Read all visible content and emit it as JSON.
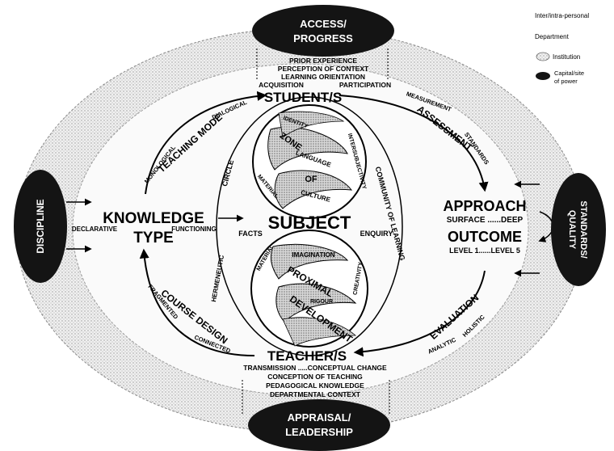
{
  "legend": {
    "interpersonal": "Inter/intra-personal",
    "department": "Department",
    "institution": "Institution",
    "capital_line1": "Capital/site",
    "capital_line2": "of power"
  },
  "capitals": {
    "access_line1": "ACCESS/",
    "access_line2": "PROGRESS",
    "appraisal_line1": "APPRAISAL/",
    "appraisal_line2": "LEADERSHIP",
    "discipline": "DISCIPLINE",
    "standards_line1": "STANDARDS/",
    "standards_line2": "QUALITY"
  },
  "nodes": {
    "students": "STUDENT/S",
    "teachers": "TEACHER/S",
    "subject": "SUBJECT",
    "knowledge_line1": "KNOWLEDGE",
    "knowledge_line2": "TYPE",
    "approach": "APPROACH",
    "approach_scale": "SURFACE ......DEEP",
    "outcome": "OUTCOME",
    "outcome_scale": "LEVEL 1......LEVEL 5"
  },
  "student_context": [
    "PRIOR EXPERIENCE",
    "PERCEPTION OF CONTEXT",
    "LEARNING ORIENTATION"
  ],
  "student_axis": {
    "left": "ACQUISITION",
    "right": "PARTICIPATION"
  },
  "teacher_context": [
    "TRANSMISSION .....CONCEPTUAL CHANGE",
    "CONCEPTION OF TEACHING",
    "PEDAGOGICAL KNOWLEDGE",
    "DEPARTMENTAL CONTEXT"
  ],
  "arcs": {
    "teaching_mode": "TEACHING MODE",
    "monological": "MONOLOGICAL",
    "dialogical": "DIALOGICAL",
    "assessment": "ASSESSMENT",
    "measurement": "MEASUREMENT",
    "standards": "STANDARDS",
    "course_design": "COURSE DESIGN",
    "fragmented": "FRAGMENTED",
    "connected": "CONNECTED",
    "evaluation": "EVALUATION",
    "analytic": "ANALYTIC",
    "holistic": "HOLISTIC",
    "circle": "CIRCLE",
    "hermeneutic": "HERMENEUTIC",
    "community": "COMMUNITY OF LEARNING"
  },
  "knowledge": {
    "declarative": "DECLARATIVE",
    "functioning": "FUNCTIONING",
    "facts": "FACTS",
    "enquiry": "ENQUIRY"
  },
  "helix_upper": [
    "IDENTITY",
    "ZONE",
    "LANGUAGE",
    "OF",
    "CULTURE",
    "MATERIAL",
    "INTERSUBJECTIVITY"
  ],
  "helix_lower": [
    "IMAGINATION",
    "PROXIMAL",
    "RIGOUR",
    "DEVELOPMENT",
    "MATERIAL",
    "CREATIVITY"
  ],
  "colors": {
    "capital_fill": "#141414",
    "ellipse_fill": "#e8e8e8",
    "stroke": "#000000"
  }
}
